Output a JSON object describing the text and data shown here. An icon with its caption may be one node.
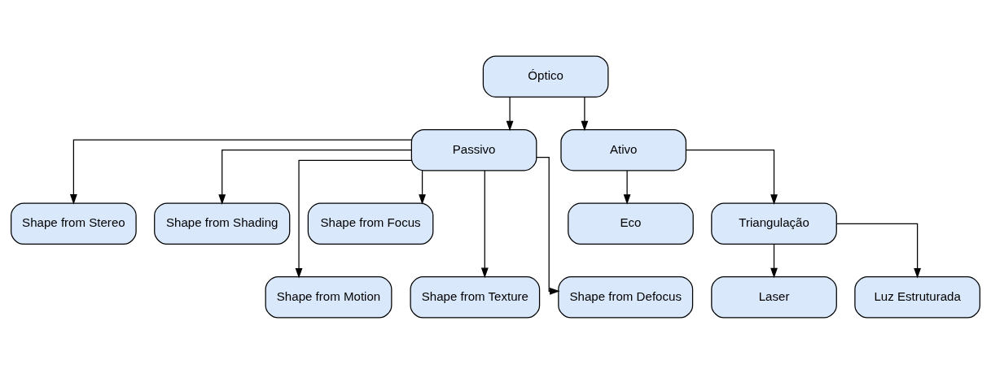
{
  "diagram": {
    "nodes": [
      {
        "text": [
          "Óptico"
        ]
      },
      {
        "text": [
          "Passivo"
        ]
      },
      {
        "text": [
          "Ativo"
        ]
      },
      {
        "text": [
          "Shape from Stereo"
        ]
      },
      {
        "text": [
          "Shape from Shading"
        ]
      },
      {
        "text": [
          "Shape from Focus"
        ]
      },
      {
        "text": [
          "Eco"
        ]
      },
      {
        "text": [
          "Triangulação"
        ]
      },
      {
        "text": [
          "Shape from Motion"
        ]
      },
      {
        "text": [
          "Shape from Texture"
        ]
      },
      {
        "text": [
          "Shape from Defocus"
        ]
      },
      {
        "text": [
          "Laser"
        ]
      },
      {
        "text": [
          "Luz Estruturada"
        ]
      }
    ],
    "edges": [
      {
        "from": 0,
        "to": 1,
        "arrow": "to"
      },
      {
        "from": 0,
        "to": 2,
        "arrow": "to"
      },
      {
        "from": 1,
        "to": 3,
        "arrow": "to"
      },
      {
        "from": 1,
        "to": 8,
        "arrow": "to"
      },
      {
        "from": 1,
        "to": 4,
        "arrow": "to"
      },
      {
        "from": 1,
        "to": 9,
        "arrow": "to"
      },
      {
        "from": 1,
        "to": 5,
        "arrow": "to"
      },
      {
        "from": 1,
        "to": 10,
        "arrow": "to"
      },
      {
        "from": 2,
        "to": 6,
        "arrow": "to"
      },
      {
        "from": 2,
        "to": 7,
        "arrow": "to"
      },
      {
        "from": 7,
        "to": 11,
        "arrow": "to"
      },
      {
        "from": 7,
        "to": 12,
        "arrow": "to"
      }
    ]
  }
}
